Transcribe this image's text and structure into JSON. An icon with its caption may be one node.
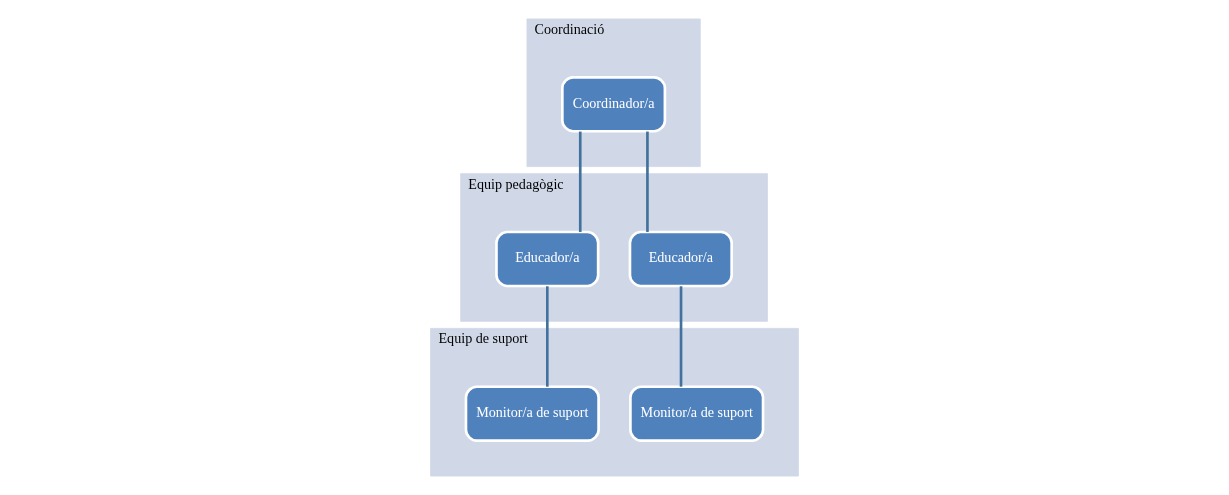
{
  "diagram": {
    "nodes": [
      {
        "text": [
          "Coordinació"
        ]
      },
      {
        "text": [
          "Coordinador/a"
        ],
        "in": 0
      },
      {
        "text": [
          "Equip pedagògic"
        ]
      },
      {
        "text": [
          "Educador/a"
        ],
        "in": 2
      },
      {
        "text": [
          "Educador/a"
        ],
        "in": 2
      },
      {
        "text": [
          "Equip de suport"
        ]
      },
      {
        "text": [
          "Monitor/a de suport"
        ],
        "in": 5
      },
      {
        "text": [
          "Monitor/a de suport"
        ],
        "in": 5
      }
    ],
    "edges": [
      {
        "from": 1,
        "to": 3,
        "arrow": "none"
      },
      {
        "from": 1,
        "to": 4,
        "arrow": "none"
      },
      {
        "from": 3,
        "to": 6,
        "arrow": "none"
      },
      {
        "from": 4,
        "to": 7,
        "arrow": "none"
      }
    ]
  }
}
